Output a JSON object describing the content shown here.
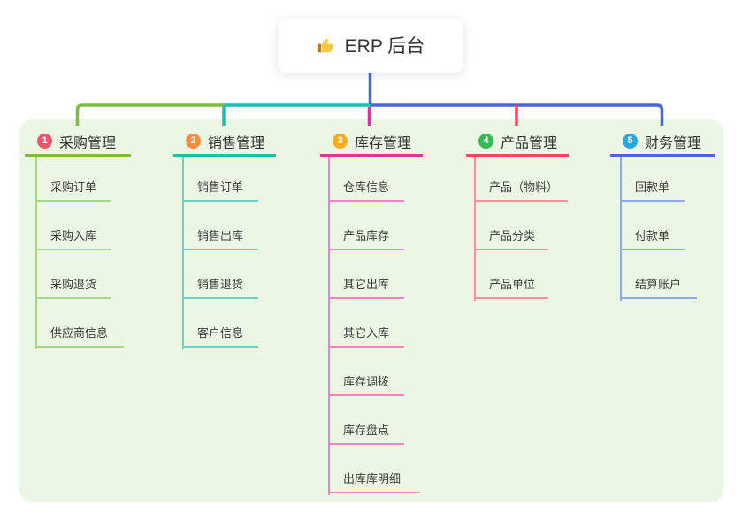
{
  "root": {
    "title": "ERP 后台",
    "icon": "thumbs-up-icon"
  },
  "panel_bg": "#ebf7e4",
  "connector_colors": {
    "root_blue": "#4a66d6",
    "green": "#7cbe41",
    "teal": "#1fbcb4",
    "magenta": "#d9379e",
    "red": "#f8465c",
    "blue": "#4a68d8"
  },
  "branches": [
    {
      "number": "1",
      "label": "采购管理",
      "badge_color": "#f4536e",
      "line_color": "#7cbe41",
      "child_line_color": "#a9d689",
      "children": [
        "采购订单",
        "采购入库",
        "采购退货",
        "供应商信息"
      ]
    },
    {
      "number": "2",
      "label": "销售管理",
      "badge_color": "#ff8b3e",
      "line_color": "#1fbcb4",
      "child_line_color": "#72cfc8",
      "children": [
        "销售订单",
        "销售出库",
        "销售退货",
        "客户信息"
      ]
    },
    {
      "number": "3",
      "label": "库存管理",
      "badge_color": "#ffab1c",
      "line_color": "#d9379e",
      "child_line_color": "#ef85c5",
      "children": [
        "仓库信息",
        "产品库存",
        "其它出库",
        "其它入库",
        "库存调拨",
        "库存盘点",
        "出库库明细"
      ]
    },
    {
      "number": "4",
      "label": "产品管理",
      "badge_color": "#35bb53",
      "line_color": "#f8465c",
      "child_line_color": "#f8939e",
      "children": [
        "产品（物料）",
        "产品分类",
        "产品单位"
      ]
    },
    {
      "number": "5",
      "label": "财务管理",
      "badge_color": "#2aa7e1",
      "line_color": "#4a68d8",
      "child_line_color": "#8fa9e9",
      "children": [
        "回款单",
        "付款单",
        "结算账户"
      ]
    }
  ]
}
